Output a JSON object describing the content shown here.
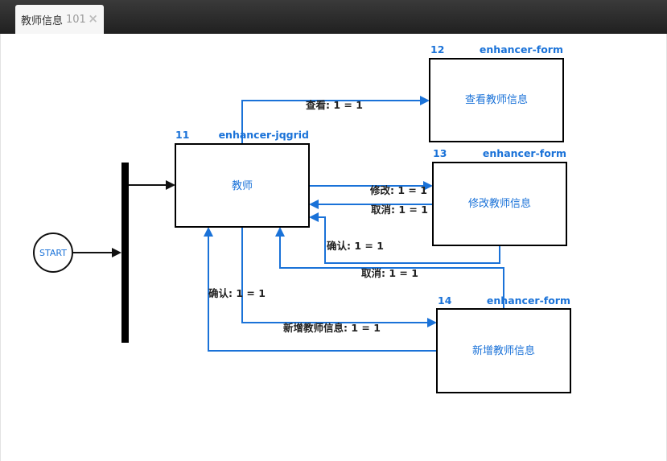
{
  "tab": {
    "title": "教师信息",
    "number": "101",
    "close_glyph": "×"
  },
  "diagram": {
    "start": {
      "label": "START"
    },
    "nodes": [
      {
        "id": "11",
        "component": "enhancer-jqgrid",
        "label": "教师"
      },
      {
        "id": "12",
        "component": "enhancer-form",
        "label": "查看教师信息"
      },
      {
        "id": "13",
        "component": "enhancer-form",
        "label": "修改教师信息"
      },
      {
        "id": "14",
        "component": "enhancer-form",
        "label": "新增教师信息"
      }
    ],
    "transitions": [
      {
        "label": "查看: 1 = 1"
      },
      {
        "label": "修改: 1 = 1"
      },
      {
        "label": "取消: 1 = 1"
      },
      {
        "label": "确认: 1 = 1"
      },
      {
        "label": "取消: 1 = 1"
      },
      {
        "label": "新增教师信息: 1 = 1"
      },
      {
        "label": "确认: 1 = 1"
      }
    ]
  },
  "icons": {
    "tab_close": "close-icon",
    "start": "start-circle-icon",
    "fork": "fork-bar"
  },
  "colors": {
    "accent": "#1a72d8",
    "header_bg_top": "#3a3a3a",
    "header_bg_bottom": "#202020",
    "edge_label": "#222222",
    "node_border": "#000000"
  }
}
